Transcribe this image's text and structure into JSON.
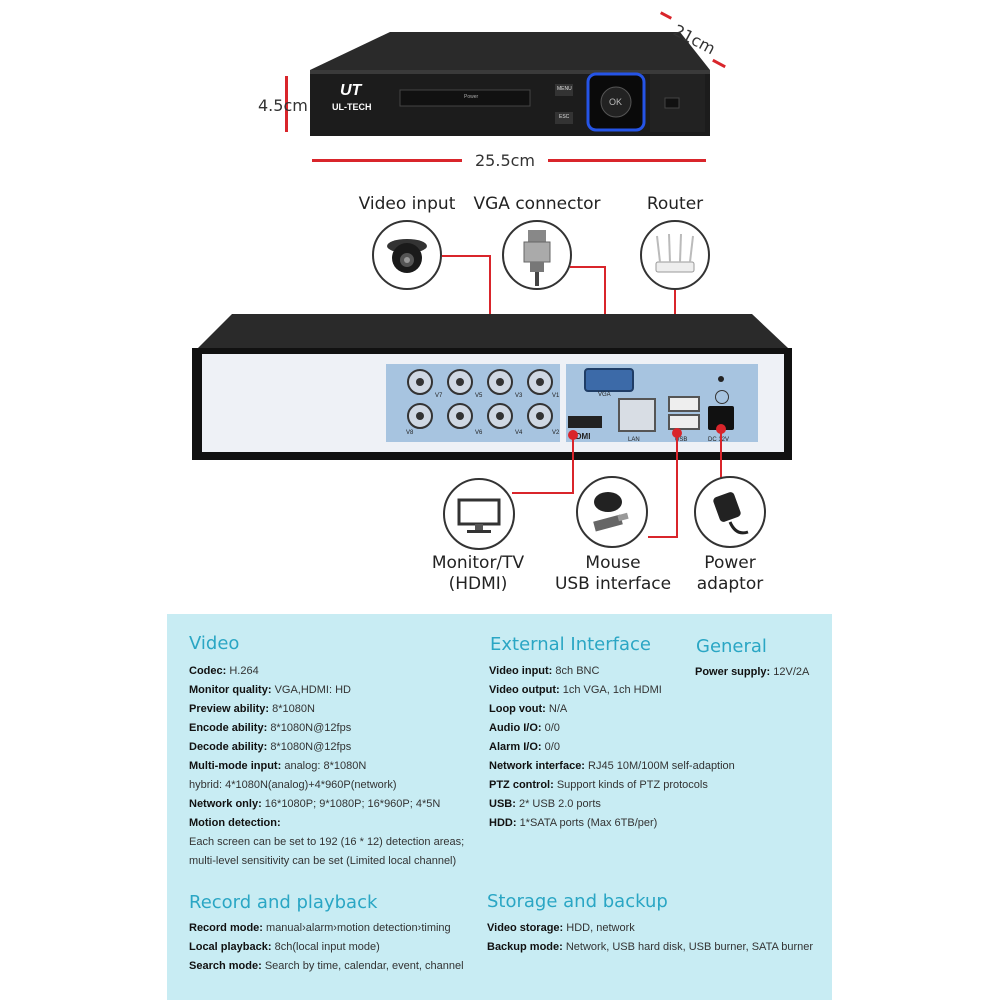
{
  "top_view": {
    "brand": "UL-TECH",
    "logo_text": "UT",
    "menu_label": "MENU",
    "esc_label": "ESC",
    "ok_label": "OK",
    "power_label": "Power",
    "dim_height": "4.5cm",
    "dim_depth": "21cm",
    "dim_width": "25.5cm"
  },
  "callouts": {
    "video_input": "Video input",
    "vga_connector": "VGA connector",
    "router": "Router",
    "monitor_line1": "Monitor/TV",
    "monitor_line2": "(HDMI)",
    "mouse_line1": "Mouse",
    "mouse_line2": "USB interface",
    "power_line1": "Power",
    "power_line2": "adaptor"
  },
  "rear_panel": {
    "bnc_top": [
      "V7",
      "V5",
      "V3",
      "V1"
    ],
    "bnc_bottom": [
      "V8",
      "V6",
      "V4",
      "V2"
    ],
    "vga": "VGA",
    "hdmi": "HDMI",
    "lan": "LAN",
    "usb": "USB",
    "dc": "DC 12V"
  },
  "specs": {
    "video": {
      "title": "Video",
      "rows": [
        {
          "k": "Codec:",
          "v": "H.264"
        },
        {
          "k": "Monitor quality:",
          "v": "VGA,HDMI: HD"
        },
        {
          "k": "Preview ability:",
          "v": "8*1080N"
        },
        {
          "k": "Encode ability:",
          "v": "8*1080N@12fps"
        },
        {
          "k": "Decode ability:",
          "v": "8*1080N@12fps"
        },
        {
          "k": "Multi-mode input:",
          "v": "analog: 8*1080N"
        },
        {
          "k": "",
          "v": "hybrid: 4*1080N(analog)+4*960P(network)"
        },
        {
          "k": "Network only:",
          "v": "16*1080P; 9*1080P; 16*960P; 4*5N"
        },
        {
          "k": "Motion detection:",
          "v": ""
        },
        {
          "k": "",
          "v": "Each screen can be set to 192 (16 * 12) detection areas;"
        },
        {
          "k": "",
          "v": "multi-level sensitivity can be set (Limited local channel)"
        }
      ]
    },
    "external": {
      "title": "External Interface",
      "rows": [
        {
          "k": "Video input:",
          "v": "8ch BNC"
        },
        {
          "k": "Video output:",
          "v": "1ch VGA, 1ch HDMI"
        },
        {
          "k": "Loop vout:",
          "v": "N/A"
        },
        {
          "k": "Audio I/O:",
          "v": "0/0"
        },
        {
          "k": "Alarm I/O:",
          "v": "0/0"
        },
        {
          "k": "Network interface:",
          "v": "RJ45 10M/100M self-adaption"
        },
        {
          "k": "PTZ control:",
          "v": "Support kinds of PTZ protocols"
        },
        {
          "k": "USB:",
          "v": "2* USB 2.0 ports"
        },
        {
          "k": "HDD:",
          "v": "1*SATA ports (Max 6TB/per)"
        }
      ]
    },
    "general": {
      "title": "General",
      "rows": [
        {
          "k": "Power supply:",
          "v": "12V/2A"
        }
      ]
    },
    "record": {
      "title": "Record and playback",
      "rows": [
        {
          "k": "Record mode:",
          "v": "manual›alarm›motion detection›timing"
        },
        {
          "k": "Local playback:",
          "v": "8ch(local input mode)"
        },
        {
          "k": "Search mode:",
          "v": "Search by time, calendar, event, channel"
        }
      ]
    },
    "storage": {
      "title": "Storage and backup",
      "rows": [
        {
          "k": "Video storage:",
          "v": "HDD, network"
        },
        {
          "k": "Backup mode:",
          "v": "Network, USB hard disk, USB burner, SATA burner"
        }
      ]
    }
  }
}
